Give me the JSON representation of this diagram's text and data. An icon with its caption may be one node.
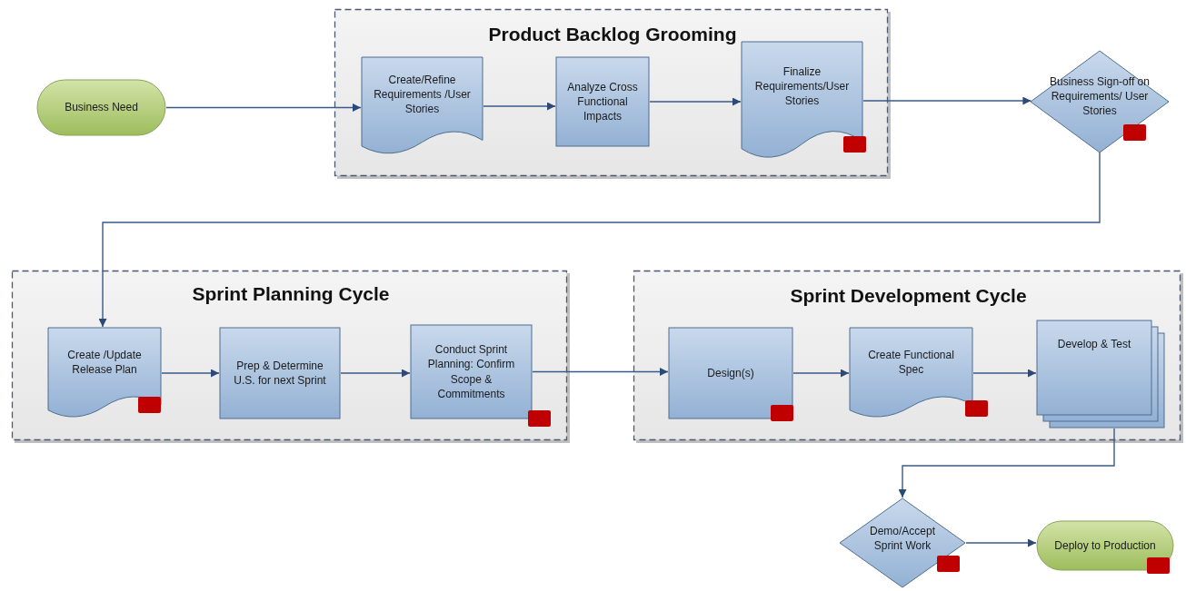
{
  "diagram": {
    "nodes": [
      {
        "text": [
          "Business Need"
        ]
      },
      {
        "text": [
          "Product Backlog Grooming"
        ]
      },
      {
        "text": [
          "Create/Refine Requirements /User Stories"
        ],
        "in": 1
      },
      {
        "text": [
          "Analyze Cross Functional Impacts"
        ],
        "in": 1
      },
      {
        "text": [
          "Finalize Requirements/User Stories"
        ],
        "in": 1
      },
      {
        "text": [
          "Business Sign-off on Requirements/ User Stories"
        ]
      },
      {
        "text": [
          "Sprint Planning Cycle"
        ]
      },
      {
        "text": [
          "Create /Update Release Plan"
        ],
        "in": 6
      },
      {
        "text": [
          "Prep & Determine U.S. for next Sprint"
        ],
        "in": 6
      },
      {
        "text": [
          "Conduct Sprint Planning: Confirm Scope & Commitments"
        ],
        "in": 6
      },
      {
        "text": [
          "Sprint Development Cycle"
        ]
      },
      {
        "text": [
          "Design(s)"
        ],
        "in": 10
      },
      {
        "text": [
          "Create Functional Spec"
        ],
        "in": 10
      },
      {
        "text": [
          "Develop & Test"
        ],
        "in": 10
      },
      {
        "text": [
          "Demo/Accept Sprint Work"
        ]
      },
      {
        "text": [
          "Deploy to Production"
        ]
      }
    ],
    "edges": [
      {
        "from": 0,
        "to": 2,
        "arrow": "to"
      },
      {
        "from": 2,
        "to": 3,
        "arrow": "to"
      },
      {
        "from": 3,
        "to": 4,
        "arrow": "to"
      },
      {
        "from": 4,
        "to": 5,
        "arrow": "to"
      },
      {
        "from": 5,
        "to": 7,
        "arrow": "to"
      },
      {
        "from": 7,
        "to": 8,
        "arrow": "to"
      },
      {
        "from": 8,
        "to": 9,
        "arrow": "to"
      },
      {
        "from": 9,
        "to": 11,
        "arrow": "to"
      },
      {
        "from": 11,
        "to": 12,
        "arrow": "to"
      },
      {
        "from": 12,
        "to": 13,
        "arrow": "to"
      },
      {
        "from": 13,
        "to": 14,
        "arrow": "to"
      },
      {
        "from": 14,
        "to": 15,
        "arrow": "to"
      }
    ]
  }
}
